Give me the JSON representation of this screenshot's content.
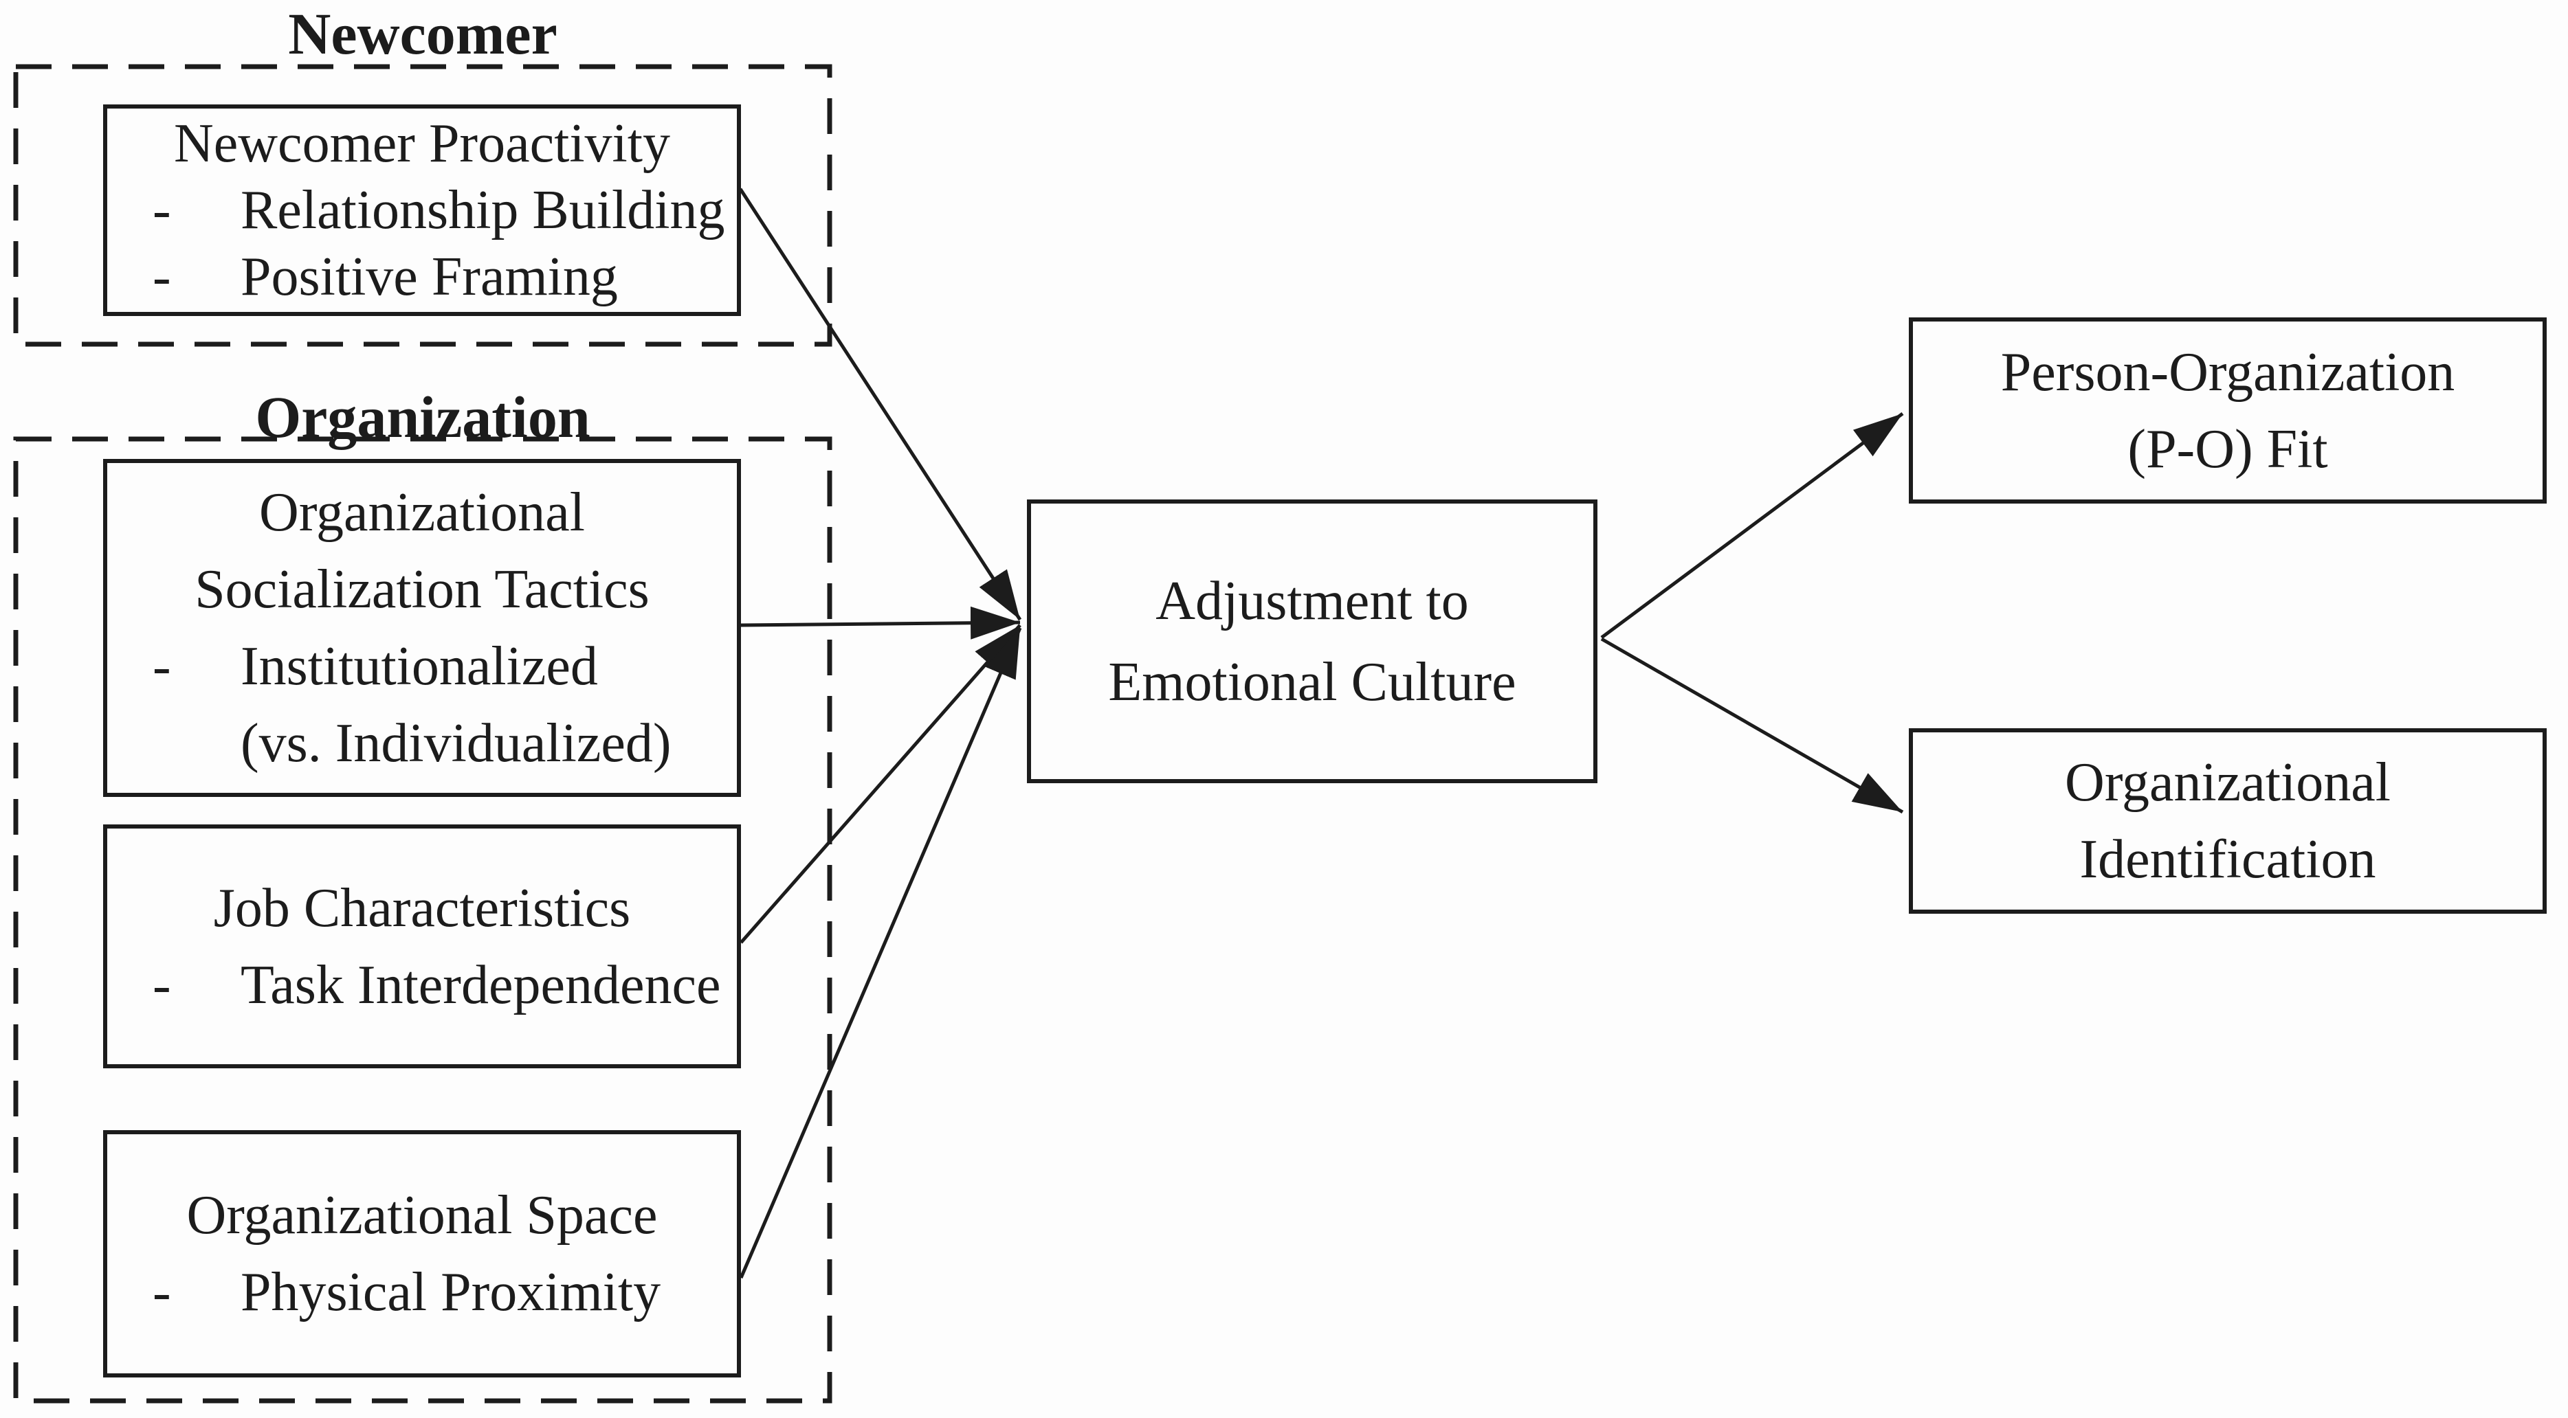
{
  "colors": {
    "ink": "#1c1c1c",
    "background": "#fdfdfd"
  },
  "glyphs": {
    "bullet_dash": "-"
  },
  "groups": {
    "newcomer": {
      "title": "Newcomer"
    },
    "organization": {
      "title": "Organization"
    }
  },
  "nodes": {
    "newcomer_proactivity": {
      "title": "Newcomer Proactivity",
      "bullet1": "Relationship Building",
      "bullet2": "Positive Framing"
    },
    "socialization_tactics": {
      "line1": "Organizational",
      "line2": "Socialization Tactics",
      "bullet1": "Institutionalized",
      "bullet1_note": "(vs. Individualized)"
    },
    "job_characteristics": {
      "title": "Job Characteristics",
      "bullet1": "Task Interdependence"
    },
    "organizational_space": {
      "title": "Organizational Space",
      "bullet1": "Physical Proximity"
    },
    "adjustment": {
      "line1": "Adjustment to",
      "line2": "Emotional Culture"
    },
    "po_fit": {
      "line1": "Person-Organization",
      "line2": "(P-O) Fit"
    },
    "org_identification": {
      "line1": "Organizational",
      "line2": "Identification"
    }
  },
  "edges": [
    {
      "from": "Newcomer Proactivity",
      "to": "Adjustment to Emotional Culture"
    },
    {
      "from": "Organizational Socialization Tactics",
      "to": "Adjustment to Emotional Culture"
    },
    {
      "from": "Job Characteristics",
      "to": "Adjustment to Emotional Culture"
    },
    {
      "from": "Organizational Space",
      "to": "Adjustment to Emotional Culture"
    },
    {
      "from": "Adjustment to Emotional Culture",
      "to": "Person-Organization (P-O) Fit"
    },
    {
      "from": "Adjustment to Emotional Culture",
      "to": "Organizational Identification"
    }
  ]
}
